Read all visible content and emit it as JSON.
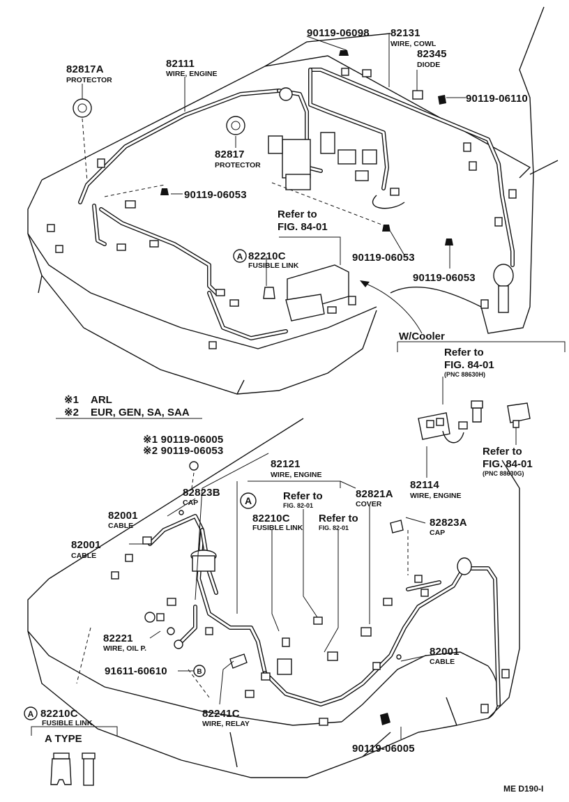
{
  "top": {
    "p_90119_06098": "90119-06098",
    "p_82131": "82131",
    "p_82131_sub": "WIRE, COWL",
    "p_82345": "82345",
    "p_82345_sub": "DIODE",
    "p_90119_06110": "90119-06110",
    "p_82817A": "82817A",
    "p_82817A_sub": "PROTECTOR",
    "p_82111": "82111",
    "p_82111_sub": "WIRE, ENGINE",
    "p_82817": "82817",
    "p_82817_sub": "PROTECTOR",
    "p_90119_06053_a": "90119-06053",
    "refer_to_1": "Refer to",
    "fig_1": "FIG. 84-01",
    "p_82210C": "82210C",
    "p_82210C_sub": "FUSIBLE LINK",
    "p_90119_06053_b": "90119-06053",
    "p_90119_06053_c": "90119-06053",
    "w_cooler": "W/Cooler",
    "refer_to_2": "Refer to",
    "fig_2": "FIG. 84-01",
    "pnc_2": "(PNC 88630H)",
    "refer_to_3": "Refer to",
    "fig_3": "FIG. 84-01",
    "pnc_3": "(PNC 88630G)",
    "p_82114": "82114",
    "p_82114_sub": "WIRE, ENGINE",
    "marker_a": "A"
  },
  "legend": {
    "note1_mark": "※1",
    "note1_text": "ARL",
    "note2_mark": "※2",
    "note2_text": "EUR, GEN, SA, SAA"
  },
  "bottom": {
    "p_s1_90119_06005": "※1 90119-06005",
    "p_s2_90119_06053": "※2 90119-06053",
    "p_82121": "82121",
    "p_82121_sub": "WIRE, ENGINE",
    "p_82823B": "82823B",
    "p_82823B_sub": "CAP",
    "p_82821A": "82821A",
    "p_82821A_sub": "COVER",
    "marker_a": "A",
    "refer_to_4": "Refer to",
    "fig_4": "FIG. 82-01",
    "p_82210C": "82210C",
    "p_82210C_sub": "FUSIBLE LINK",
    "refer_to_5": "Refer to",
    "fig_5": "FIG. 82-01",
    "p_82001_a": "82001",
    "p_82001_a_sub": "CABLE",
    "p_82001_b": "82001",
    "p_82001_b_sub": "CABLE",
    "p_82823A": "82823A",
    "p_82823A_sub": "CAP",
    "p_82221": "82221",
    "p_82221_sub": "WIRE, OIL P.",
    "p_91611_60610": "91611-60610",
    "marker_b": "B",
    "p_82241C": "82241C",
    "p_82241C_sub": "WIRE, RELAY",
    "p_82001_c": "82001",
    "p_82001_c_sub": "CABLE",
    "p_90119_06005": "90119-06005"
  },
  "footer": {
    "a_marker": "A",
    "a_82210C": "82210C",
    "a_82210C_sub": "FUSIBLE LINK",
    "a_type": "A TYPE",
    "code": "ME D190-I"
  }
}
